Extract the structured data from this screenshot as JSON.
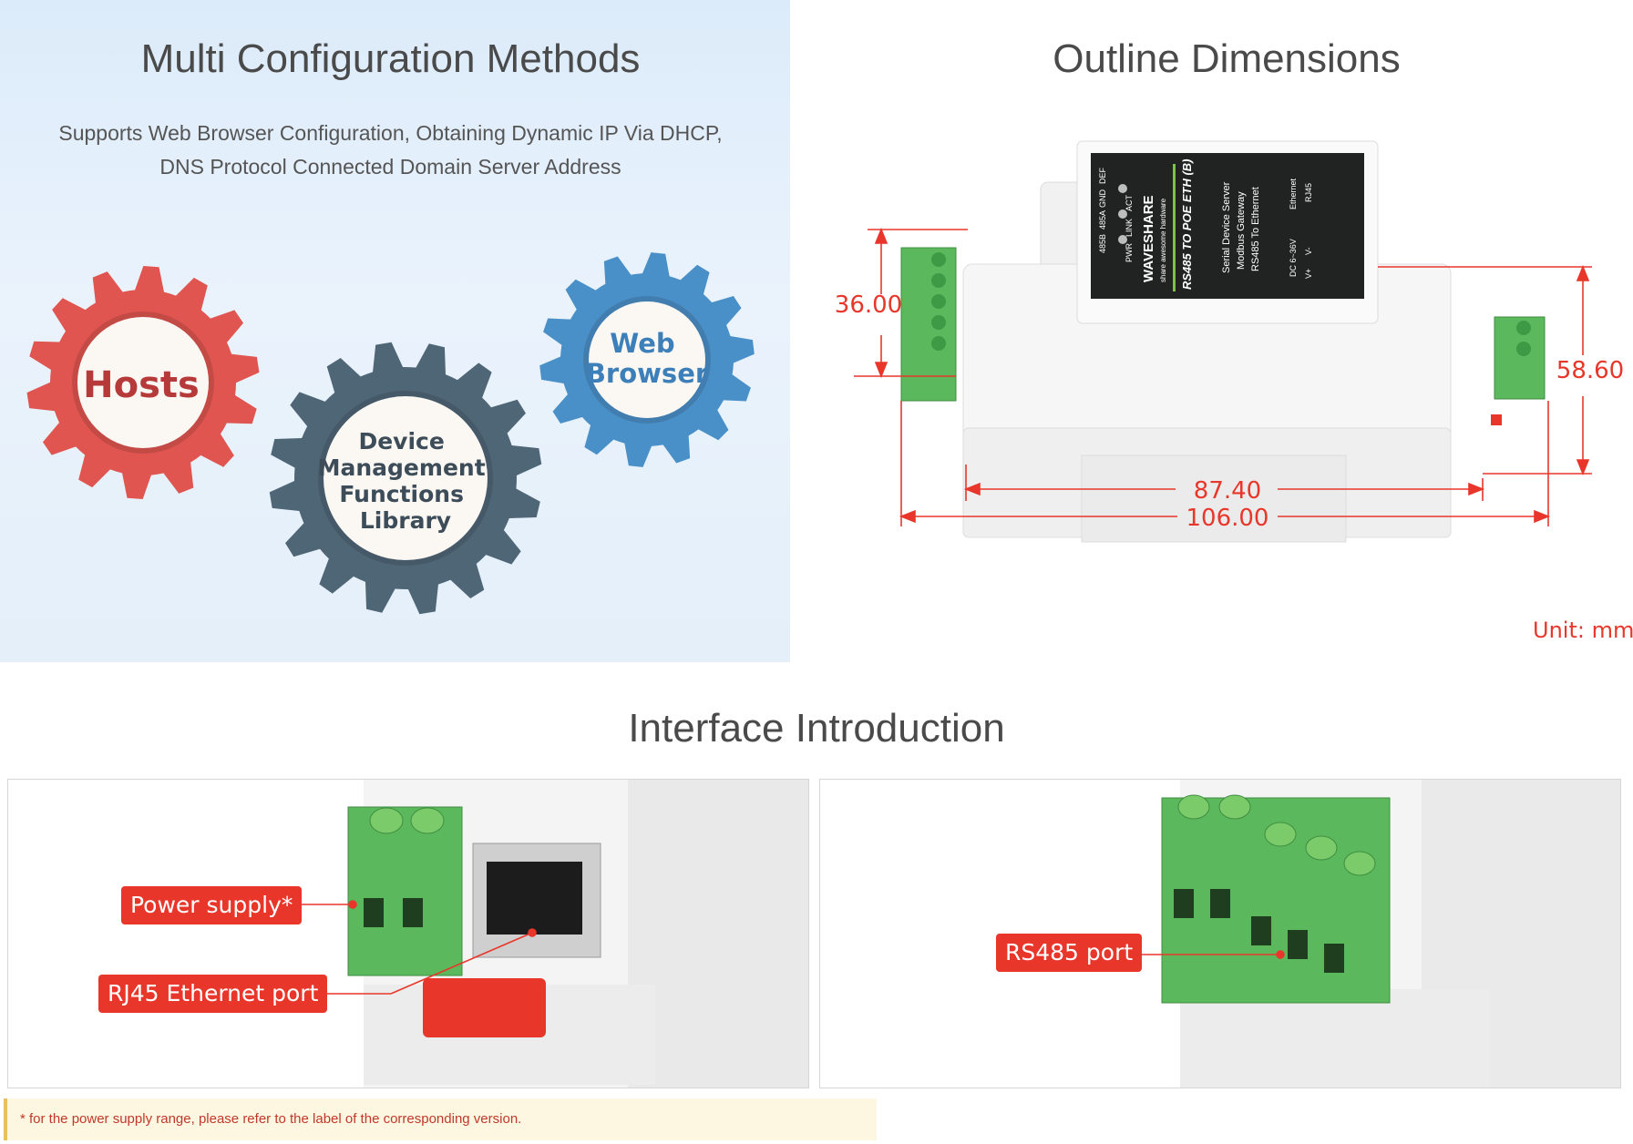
{
  "config_section": {
    "title": "Multi Configuration Methods",
    "description_line1": "Supports Web Browser Configuration, Obtaining Dynamic IP Via DHCP,",
    "description_line2": "DNS Protocol Connected Domain Server Address",
    "gears": [
      {
        "label": "Hosts",
        "color": "#e05550"
      },
      {
        "label_lines": [
          "Device",
          "Management",
          "Functions",
          "Library"
        ],
        "color": "#4f6677"
      },
      {
        "label_lines": [
          "Web",
          "Browser"
        ],
        "color": "#4a90c8"
      }
    ]
  },
  "dimensions_section": {
    "title": "Outline Dimensions",
    "height_left": "36.00",
    "height_right": "58.60",
    "width_inner": "87.40",
    "width_outer": "106.00",
    "unit": "Unit: mm",
    "accent_color": "#e8372a",
    "device_label": {
      "brand": "WAVESHARE",
      "tagline": "share awesome hardware",
      "model": "RS485 TO POE ETH (B)",
      "features": [
        "Serial Device Server",
        "Modbus Gateway",
        "RS485 To Ethernet"
      ],
      "terminals": [
        "485B",
        "485A",
        "GND",
        "DEF"
      ],
      "leds": [
        "PWR",
        "LINK",
        "ACT"
      ],
      "power_pins": [
        "V+",
        "V-"
      ],
      "ports": [
        "RJ45",
        "Ethernet"
      ],
      "voltage": "DC 6~36V"
    }
  },
  "interface_section": {
    "title": "Interface Introduction",
    "callouts": {
      "power_supply": "Power supply*",
      "rj45": "RJ45 Ethernet port",
      "rs485": "RS485 port"
    }
  },
  "footnote": "* for the power supply range, please refer to the label of the corresponding version."
}
